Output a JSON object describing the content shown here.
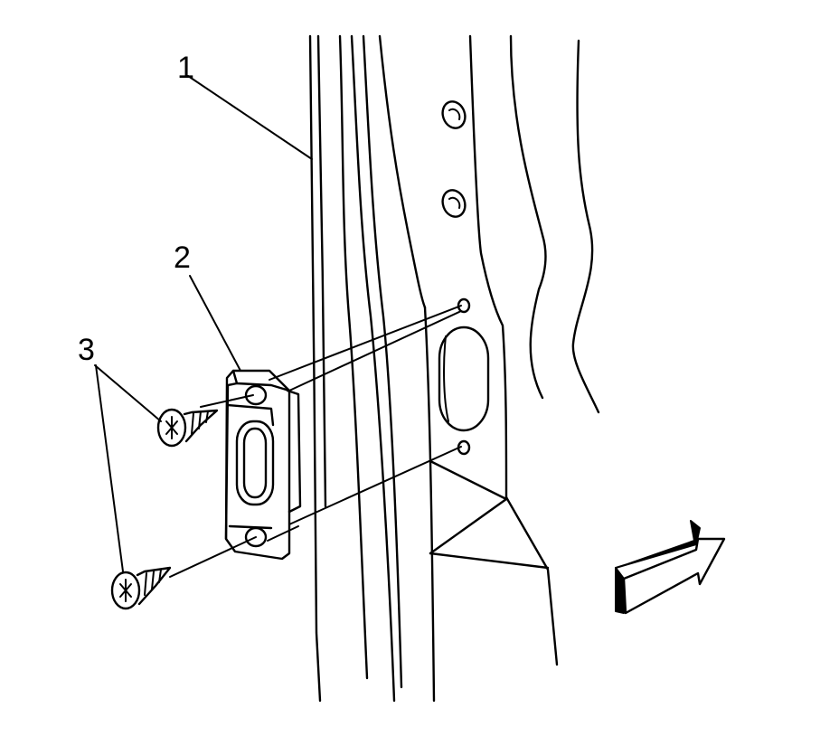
{
  "diagram": {
    "callouts": [
      {
        "id": "1",
        "label": "1"
      },
      {
        "id": "2",
        "label": "2"
      },
      {
        "id": "3",
        "label": "3"
      }
    ],
    "colors": {
      "line": "#000000",
      "background": "#ffffff"
    },
    "icons": {
      "direction_arrow": "forward-arrow-icon"
    }
  }
}
